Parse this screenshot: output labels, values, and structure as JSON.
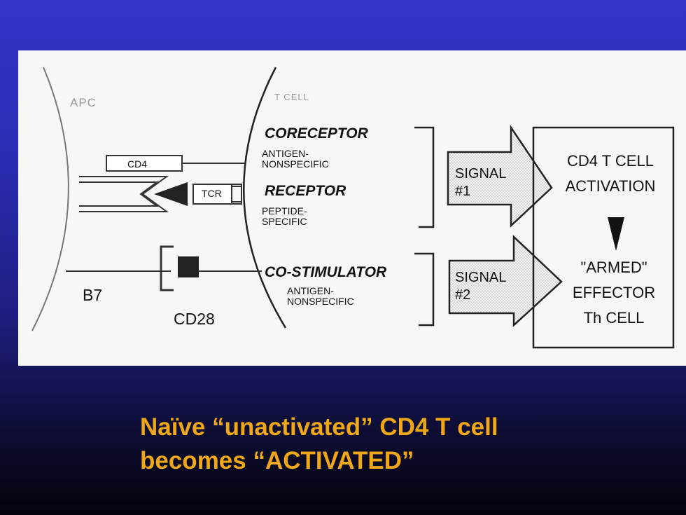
{
  "diagram": {
    "apc_label": "APC",
    "tcell_label": "T CELL",
    "coreceptor": {
      "title": "CORECEPTOR",
      "desc": "ANTIGEN-\nNONSPECIFIC"
    },
    "receptor": {
      "title": "RECEPTOR",
      "desc": "PEPTIDE-\nSPECIFIC"
    },
    "costimulator": {
      "title": "CO-STIMULATOR",
      "desc": "ANTIGEN-\nNONSPECIFIC"
    },
    "cd4_label": "CD4",
    "tcr_label": "TCR",
    "b7_label": "B7",
    "cd28_label": "CD28",
    "signal1": "SIGNAL\n#1",
    "signal2": "SIGNAL\n#2",
    "activation": "CD4 T CELL\nACTIVATION",
    "armed": "\"ARMED\"\nEFFECTOR\nTh CELL"
  },
  "caption": {
    "line1": "Naïve “unactivated” CD4 T cell",
    "line2": "becomes “ACTIVATED”"
  },
  "colors": {
    "caption_text": "#f0a818",
    "background_top": "#3434c8",
    "background_bottom": "#03030c"
  }
}
